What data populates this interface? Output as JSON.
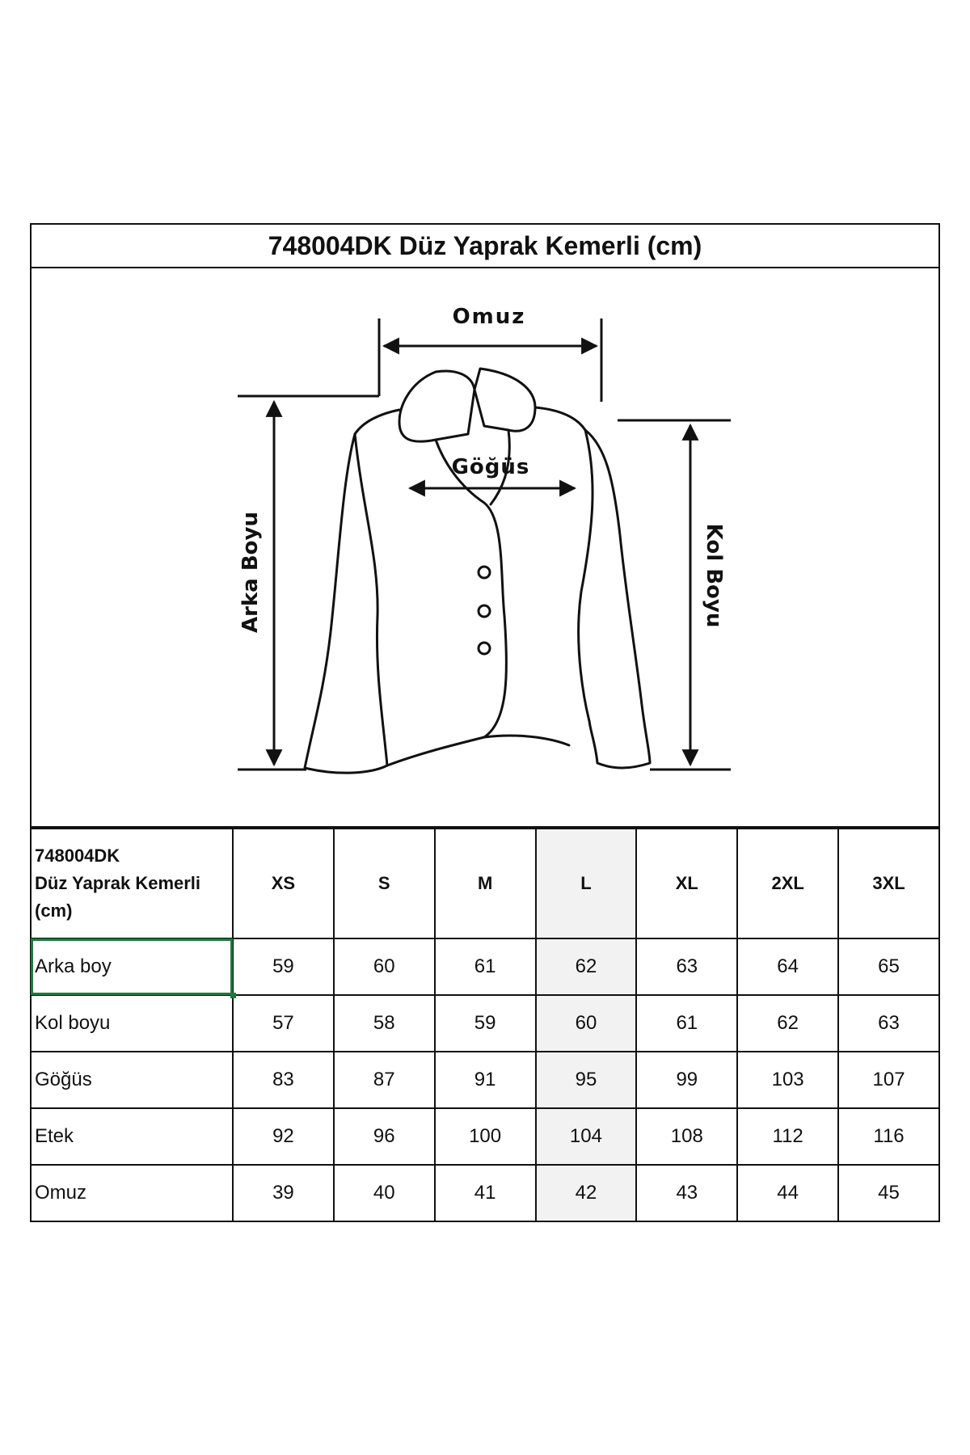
{
  "title": "748004DK Düz Yaprak Kemerli  (cm)",
  "diagram": {
    "labels": {
      "shoulder": "Omuz",
      "chest": "Göğüs",
      "back_length": "Arka Boyu",
      "sleeve_length": "Kol Boyu"
    }
  },
  "table": {
    "header": {
      "product_line1": "748004DK",
      "product_line2": "Düz Yaprak Kemerli",
      "product_line3": "(cm)",
      "sizes": [
        "XS",
        "S",
        "M",
        "L",
        "XL",
        "2XL",
        "3XL"
      ]
    },
    "highlight_column": "L",
    "rows": [
      {
        "label": "Arka boy",
        "values": [
          "59",
          "60",
          "61",
          "62",
          "63",
          "64",
          "65"
        ]
      },
      {
        "label": "Kol boyu",
        "values": [
          "57",
          "58",
          "59",
          "60",
          "61",
          "62",
          "63"
        ]
      },
      {
        "label": "Göğüs",
        "values": [
          "83",
          "87",
          "91",
          "95",
          "99",
          "103",
          "107"
        ]
      },
      {
        "label": "Etek",
        "values": [
          "92",
          "96",
          "100",
          "104",
          "108",
          "112",
          "116"
        ]
      },
      {
        "label": "Omuz",
        "values": [
          "39",
          "40",
          "41",
          "42",
          "43",
          "44",
          "45"
        ]
      }
    ]
  },
  "colors": {
    "border": "#111111",
    "highlight": "#f2f2f2",
    "selection": "#1e7a3d"
  }
}
